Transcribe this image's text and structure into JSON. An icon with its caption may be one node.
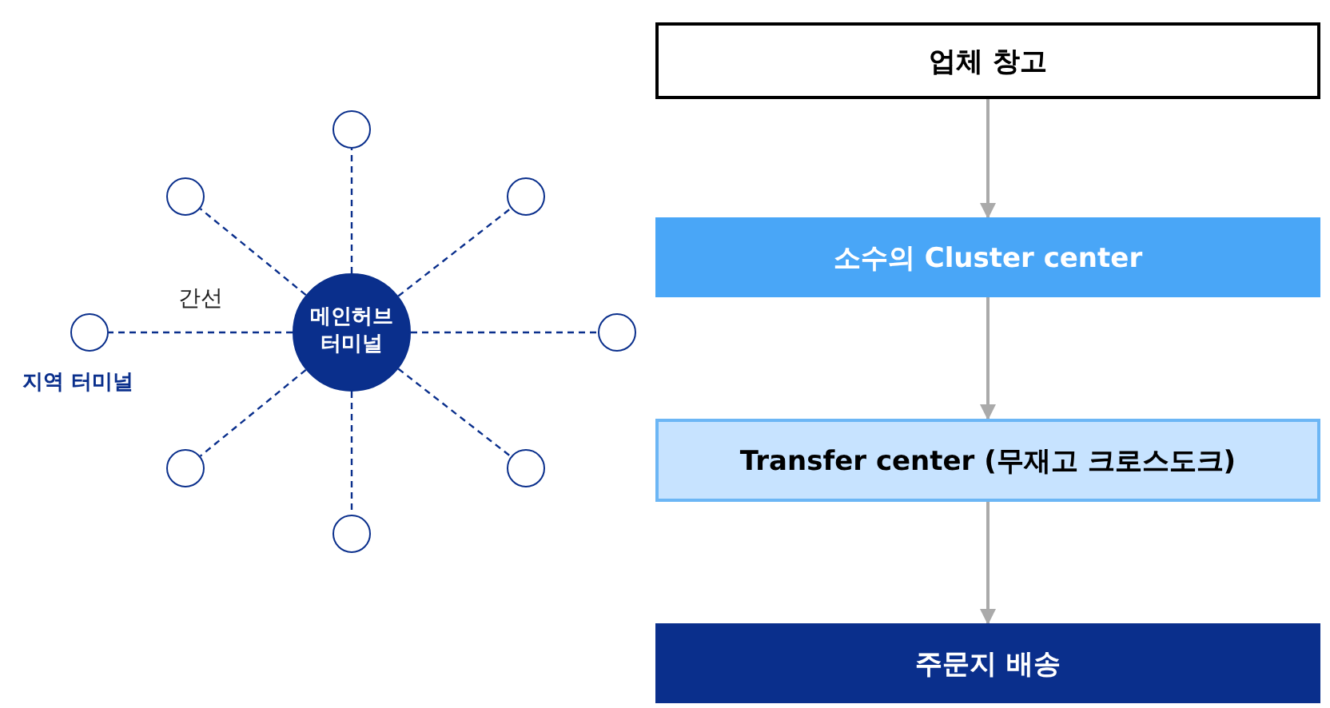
{
  "diagram": {
    "nodes": [
      {
        "text": [
          "메인허브 터미널"
        ]
      },
      {
        "text": [],
        "shape": "circle"
      },
      {
        "text": [],
        "shape": "circle"
      },
      {
        "text": [],
        "shape": "circle"
      },
      {
        "text": [],
        "shape": "circle"
      },
      {
        "text": [],
        "shape": "circle"
      },
      {
        "text": [],
        "shape": "circle"
      },
      {
        "text": [],
        "shape": "circle",
        "beside": [
          "지역 터미널"
        ]
      },
      {
        "text": [],
        "shape": "circle"
      },
      {
        "text": [
          "업체 창고"
        ]
      },
      {
        "text": [
          "소수의 Cluster center"
        ]
      },
      {
        "text": [
          "Transfer center (무재고 크로스도크)"
        ]
      },
      {
        "text": [
          "주문지 배송"
        ]
      }
    ],
    "edges": [
      {
        "from": 0,
        "to": 1,
        "arrow": "none",
        "style": "dashed"
      },
      {
        "from": 0,
        "to": 2,
        "arrow": "none",
        "style": "dashed"
      },
      {
        "from": 0,
        "to": 3,
        "arrow": "none",
        "style": "dashed"
      },
      {
        "from": 0,
        "to": 4,
        "arrow": "none",
        "style": "dashed"
      },
      {
        "from": 0,
        "to": 5,
        "arrow": "none",
        "style": "dashed"
      },
      {
        "from": 0,
        "to": 6,
        "arrow": "none",
        "style": "dashed"
      },
      {
        "from": 0,
        "to": 7,
        "arrow": "none",
        "style": "dashed",
        "label": "간선"
      },
      {
        "from": 0,
        "to": 8,
        "arrow": "none",
        "style": "dashed"
      },
      {
        "from": 9,
        "to": 10,
        "arrow": "to",
        "color": "#aaaaaa"
      },
      {
        "from": 10,
        "to": 11,
        "arrow": "to",
        "color": "#aaaaaa"
      },
      {
        "from": 11,
        "to": 12,
        "arrow": "to",
        "color": "#aaaaaa"
      }
    ]
  }
}
